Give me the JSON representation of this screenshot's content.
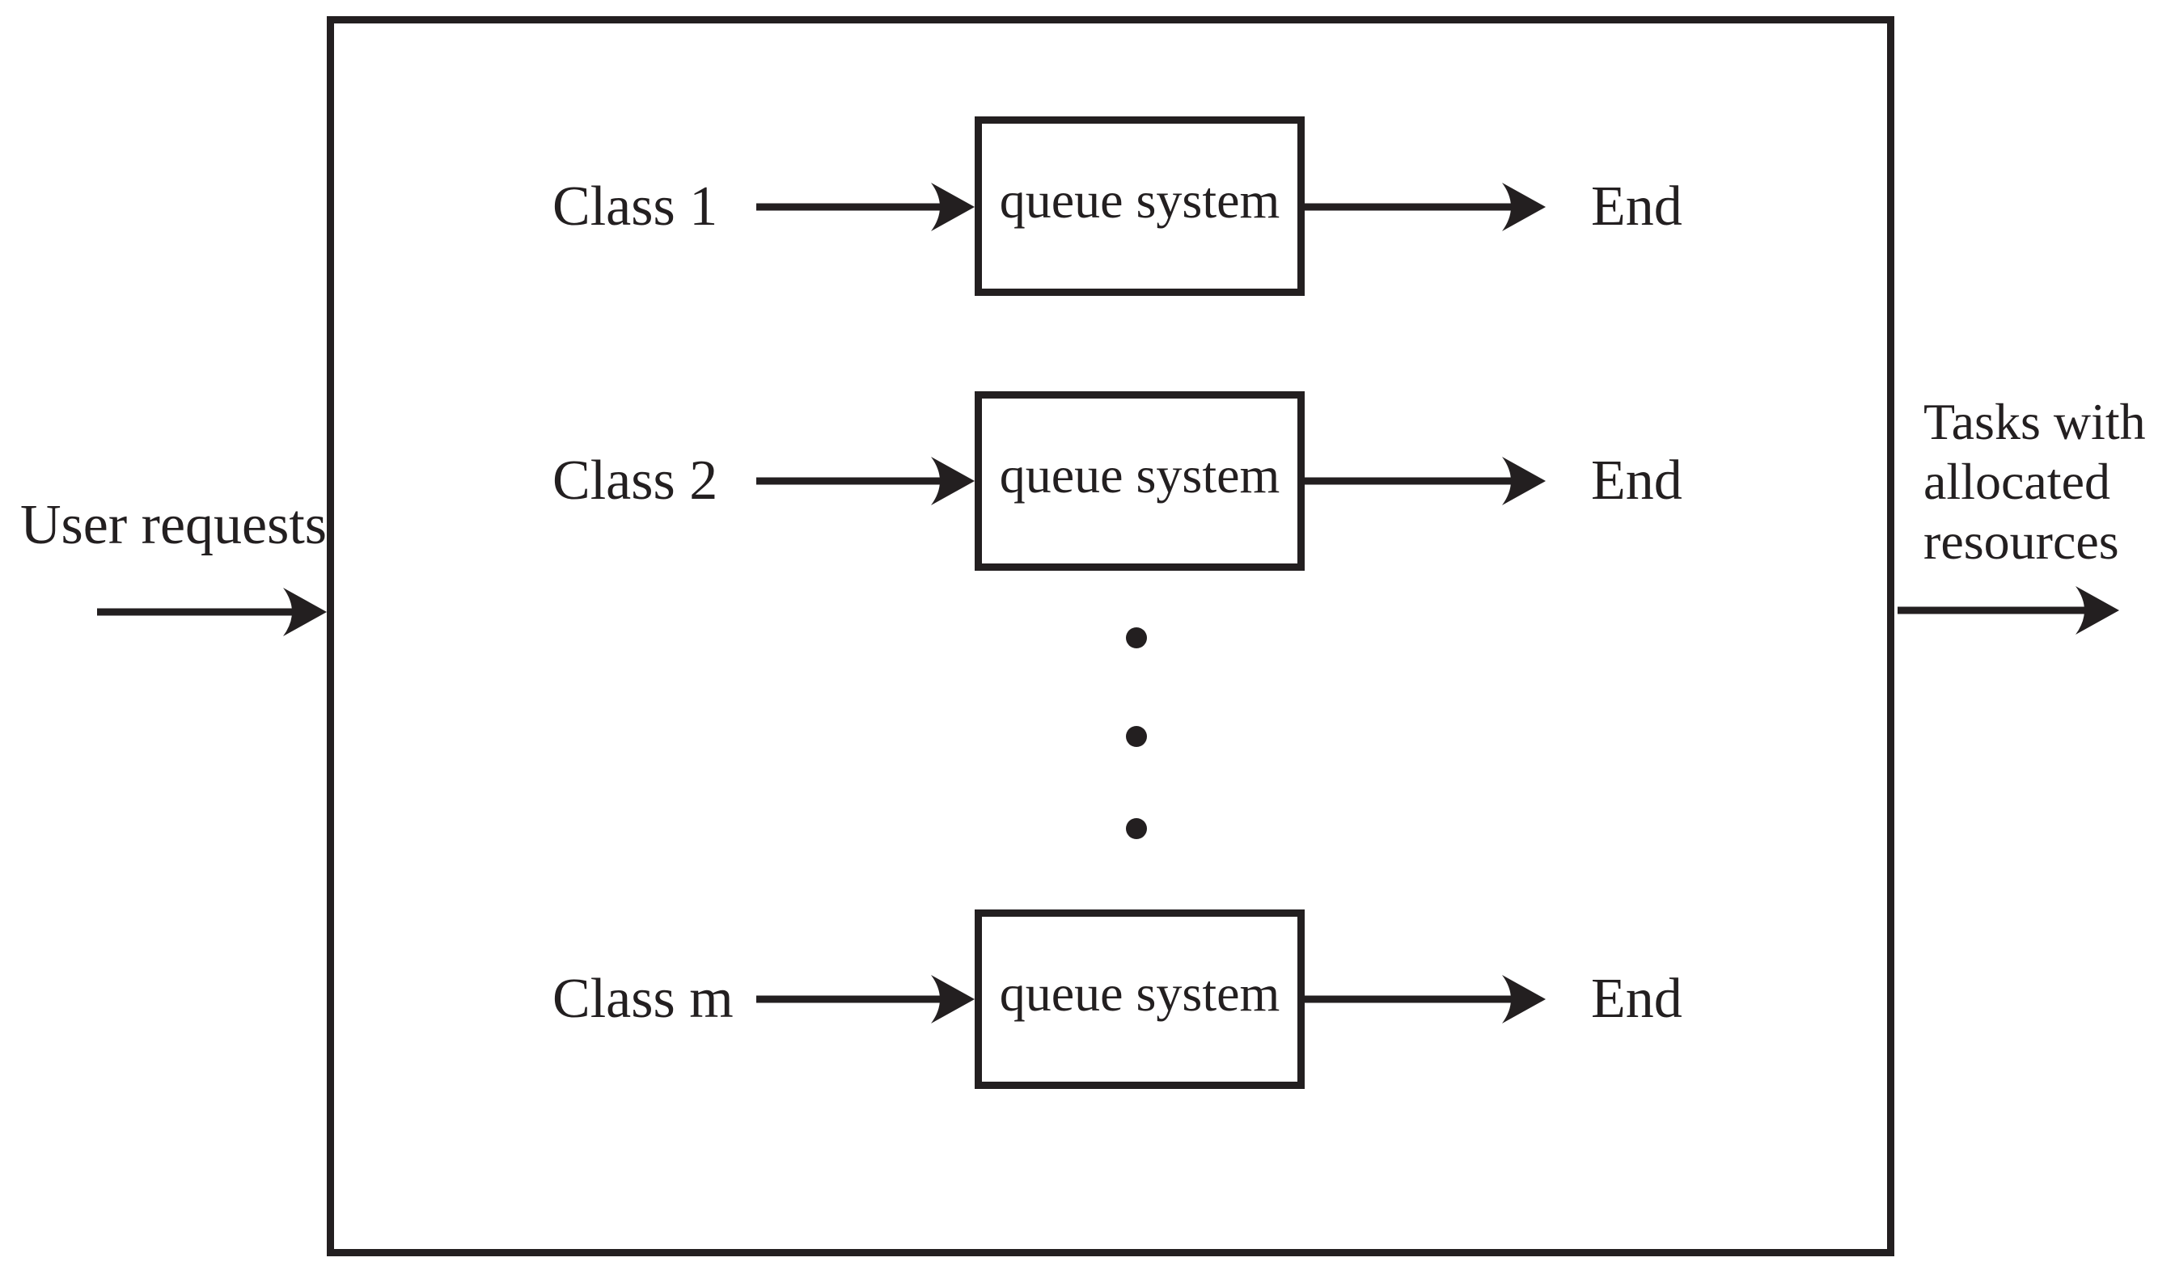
{
  "diagram": {
    "left_label": "User requests",
    "right_label_lines": [
      "Tasks with",
      "allocated",
      "resources"
    ],
    "rows": [
      {
        "class_label": "Class 1",
        "box_label": "queue system",
        "end_label": "End"
      },
      {
        "class_label": "Class 2",
        "box_label": "queue system",
        "end_label": "End"
      },
      {
        "class_label": "Class m",
        "box_label": "queue system",
        "end_label": "End"
      }
    ],
    "ellipsis_dot_count": 3
  },
  "colors": {
    "ink": "#231f20",
    "background": "#ffffff"
  }
}
